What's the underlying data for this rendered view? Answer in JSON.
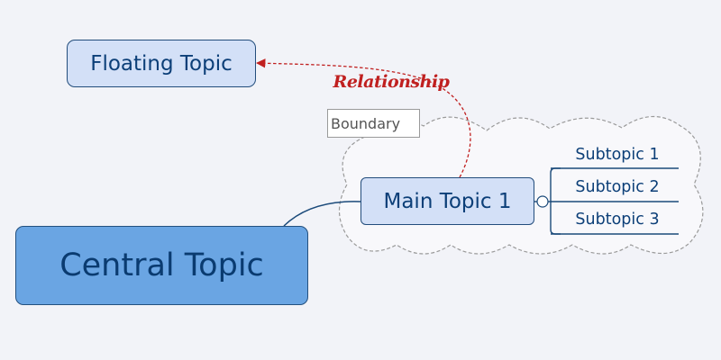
{
  "diagram": {
    "floating_topic": {
      "label": "Floating Topic"
    },
    "central_topic": {
      "label": "Central Topic"
    },
    "main_topic": {
      "label": "Main Topic 1"
    },
    "subtopics": [
      {
        "label": "Subtopic 1"
      },
      {
        "label": "Subtopic 2"
      },
      {
        "label": "Subtopic 3"
      }
    ],
    "boundary": {
      "label": "Boundary"
    },
    "relationship": {
      "label": "Relationship"
    }
  },
  "colors": {
    "background": "#f2f3f8",
    "topic_fill": "#d3e0f7",
    "central_fill": "#6aa5e3",
    "topic_text": "#0c3f78",
    "connector": "#1b4a7a",
    "relationship": "#c02020",
    "boundary_stroke": "#9a9a9a"
  }
}
